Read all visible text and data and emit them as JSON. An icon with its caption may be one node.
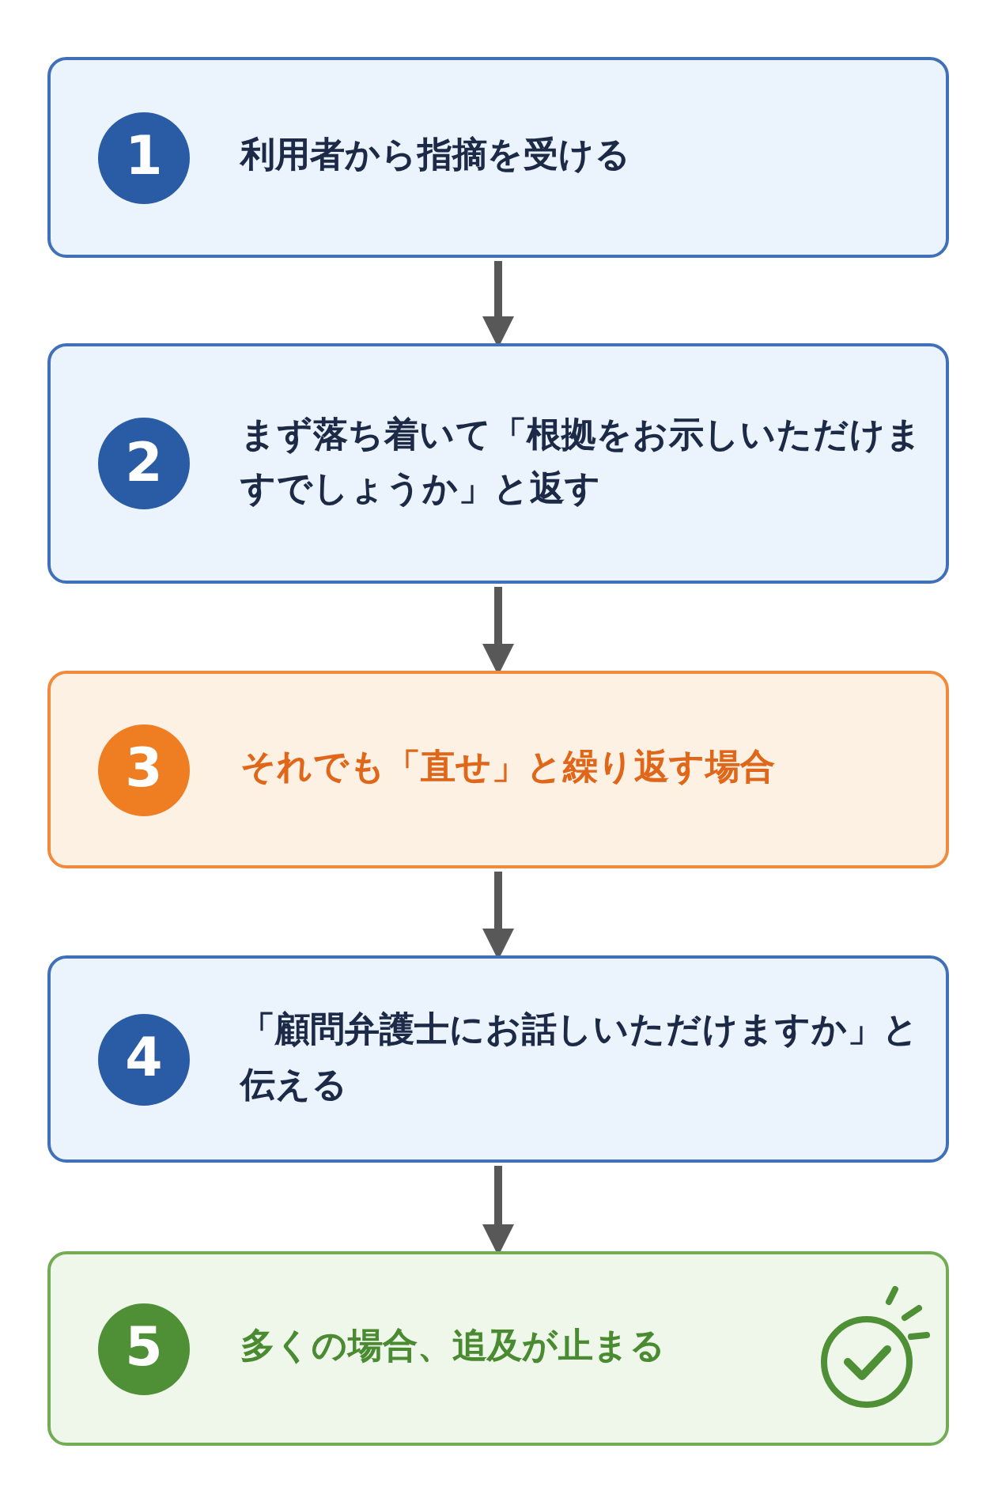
{
  "diagram": {
    "nodes": [
      {
        "text": [
          "1",
          "利用者から指摘を受ける"
        ]
      },
      {
        "text": [
          "2",
          "まず落ち着いて「根拠をお示しいただけますでしょうか」と返す"
        ]
      },
      {
        "text": [
          "3",
          "それでも「直せ」と繰り返す場合"
        ]
      },
      {
        "text": [
          "4",
          "「顧問弁護士にお話しいただけますか」と伝える"
        ]
      },
      {
        "text": [
          "5",
          "多くの場合、追及が止まる"
        ]
      }
    ],
    "edges": [
      {
        "from": 0,
        "to": 1,
        "arrow": "to"
      },
      {
        "from": 1,
        "to": 2,
        "arrow": "to"
      },
      {
        "from": 2,
        "to": 3,
        "arrow": "to"
      },
      {
        "from": 3,
        "to": 4,
        "arrow": "to"
      }
    ]
  }
}
